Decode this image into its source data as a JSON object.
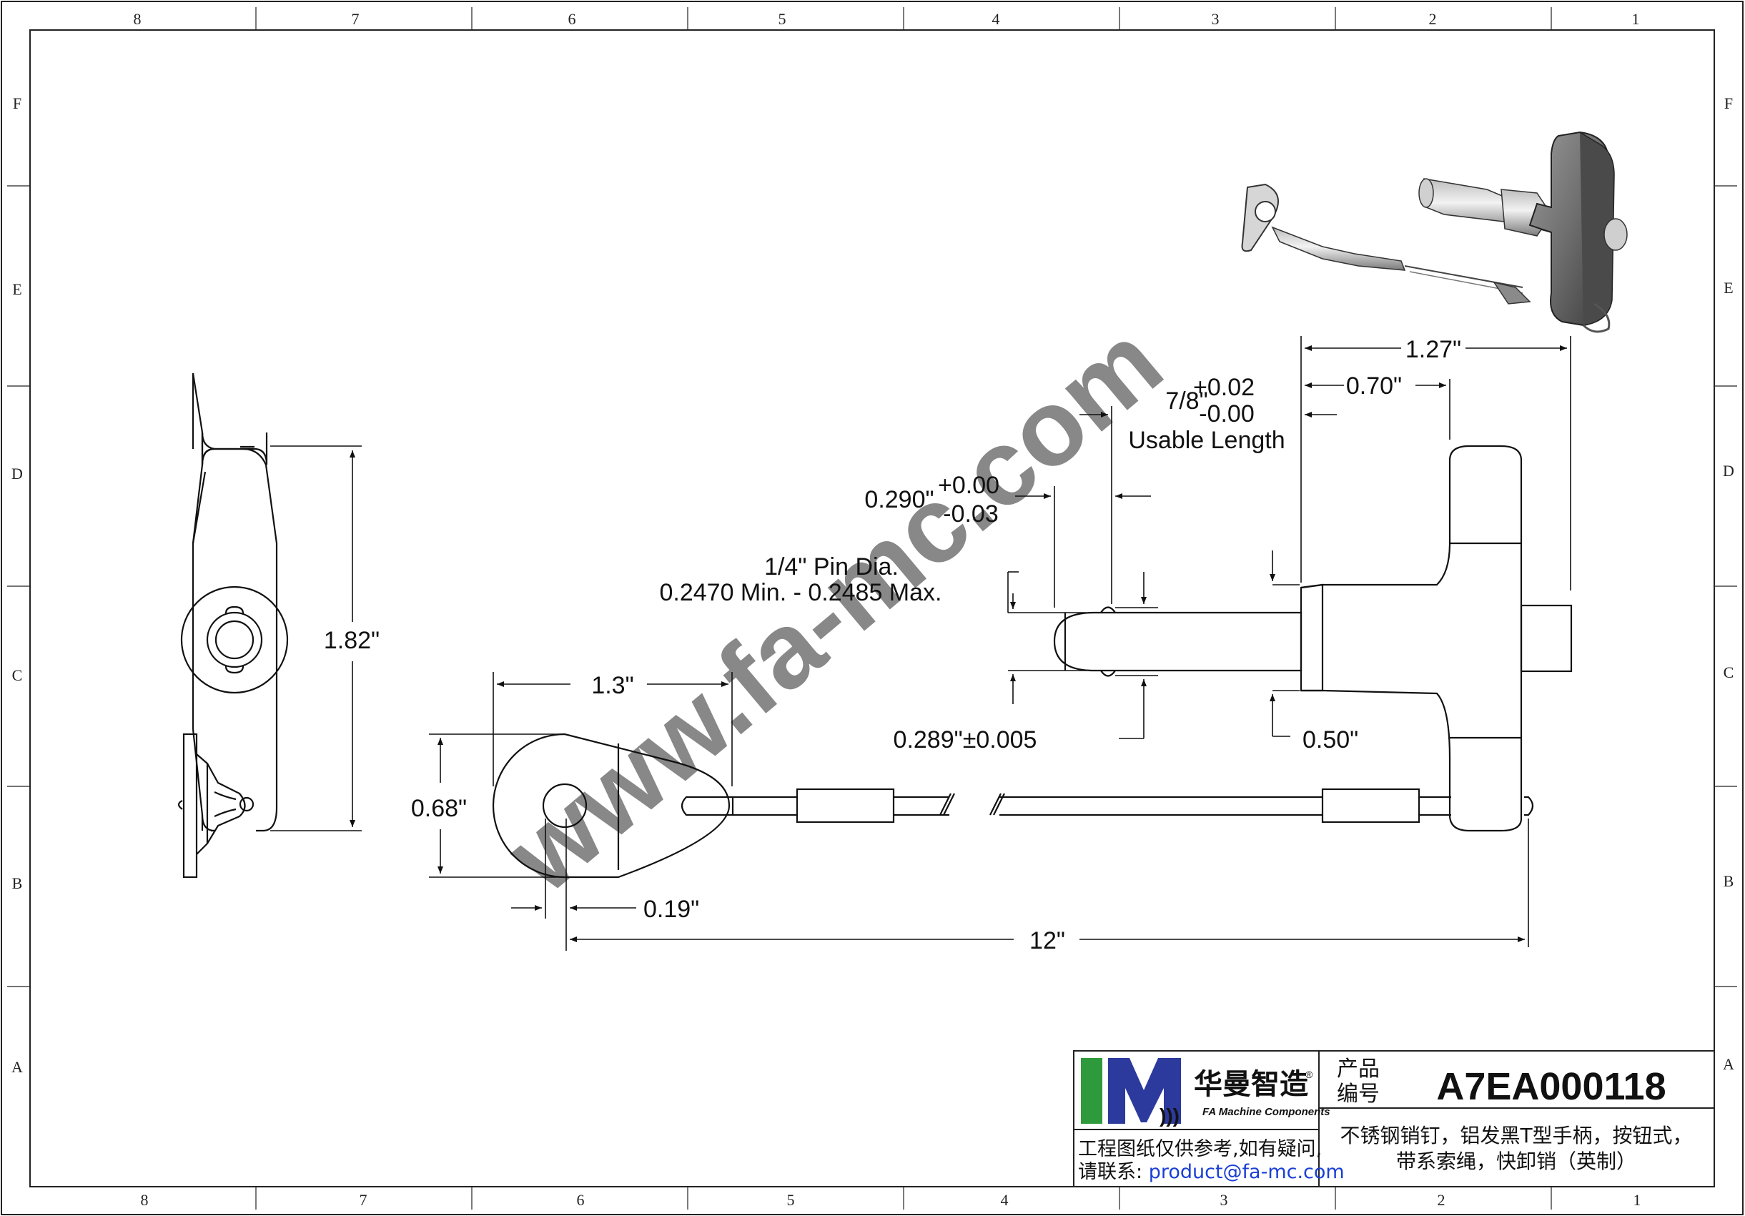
{
  "frame": {
    "col_labels": [
      "8",
      "7",
      "6",
      "5",
      "4",
      "3",
      "2",
      "1"
    ],
    "row_labels": [
      "F",
      "E",
      "D",
      "C",
      "B",
      "A"
    ]
  },
  "watermark": "www.fa-mc.com",
  "dimensions": {
    "handle_height": "1.82\"",
    "tab_width": "1.3\"",
    "tab_height": "0.68\"",
    "hole_dia": "0.19\"",
    "cable_length": "12\"",
    "pin_dia_line1": "1/4\" Pin Dia.",
    "pin_dia_line2": "0.2470 Min. - 0.2485 Max.",
    "ball_pos": "0.290\"",
    "ball_pos_tol_upper": "+0.00",
    "ball_pos_tol_lower": "-0.03",
    "usable_value": "7/8\"",
    "usable_tol_upper": "+0.02",
    "usable_tol_lower": "-0.00",
    "usable_label": "Usable Length",
    "overall_length": "1.27\"",
    "handle_length": "0.70\"",
    "collar_dia": "0.50\"",
    "ball_dia": "0.289\"±0.005"
  },
  "title_block": {
    "logo_text": "1M",
    "company_cn": "华曼智造",
    "registered": "®",
    "company_en": "FA Machine Components",
    "disclaimer_line1": "工程图纸仅供参考,如有疑问,",
    "contact_label": "请联系: ",
    "contact_email": "product@fa-mc.com",
    "product_no_label1": "产品",
    "product_no_label2": "编号",
    "product_no": "A7EA000118",
    "desc_line1": "不锈钢销钉，铝发黑T型手柄，按钮式，",
    "desc_line2": "带系索绳，快卸销（英制）"
  },
  "colors": {
    "logo_green": "#2e9a3c",
    "logo_blue": "#2b3a9c",
    "email_blue": "#1a3fd6",
    "watermark": "#c9c8a8"
  }
}
